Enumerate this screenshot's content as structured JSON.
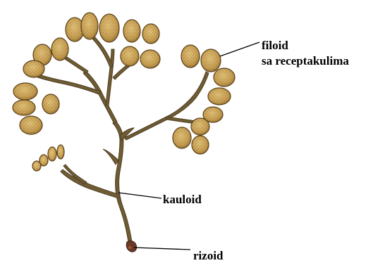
{
  "labels": {
    "filoid_line1": "filoid",
    "filoid_line2": "sa receptakulima",
    "kauloid": "kauloid",
    "rizoid": "rizoid"
  },
  "colors": {
    "background": "#ffffff",
    "stem": "#6b5a32",
    "stem_dark": "#4a3a1f",
    "receptacle_fill": "#c9a85c",
    "receptacle_outline": "#5a4018",
    "receptacle_dots": "#8a6a2a",
    "leader_line": "#000000",
    "holdfast": "#5b2f22"
  }
}
